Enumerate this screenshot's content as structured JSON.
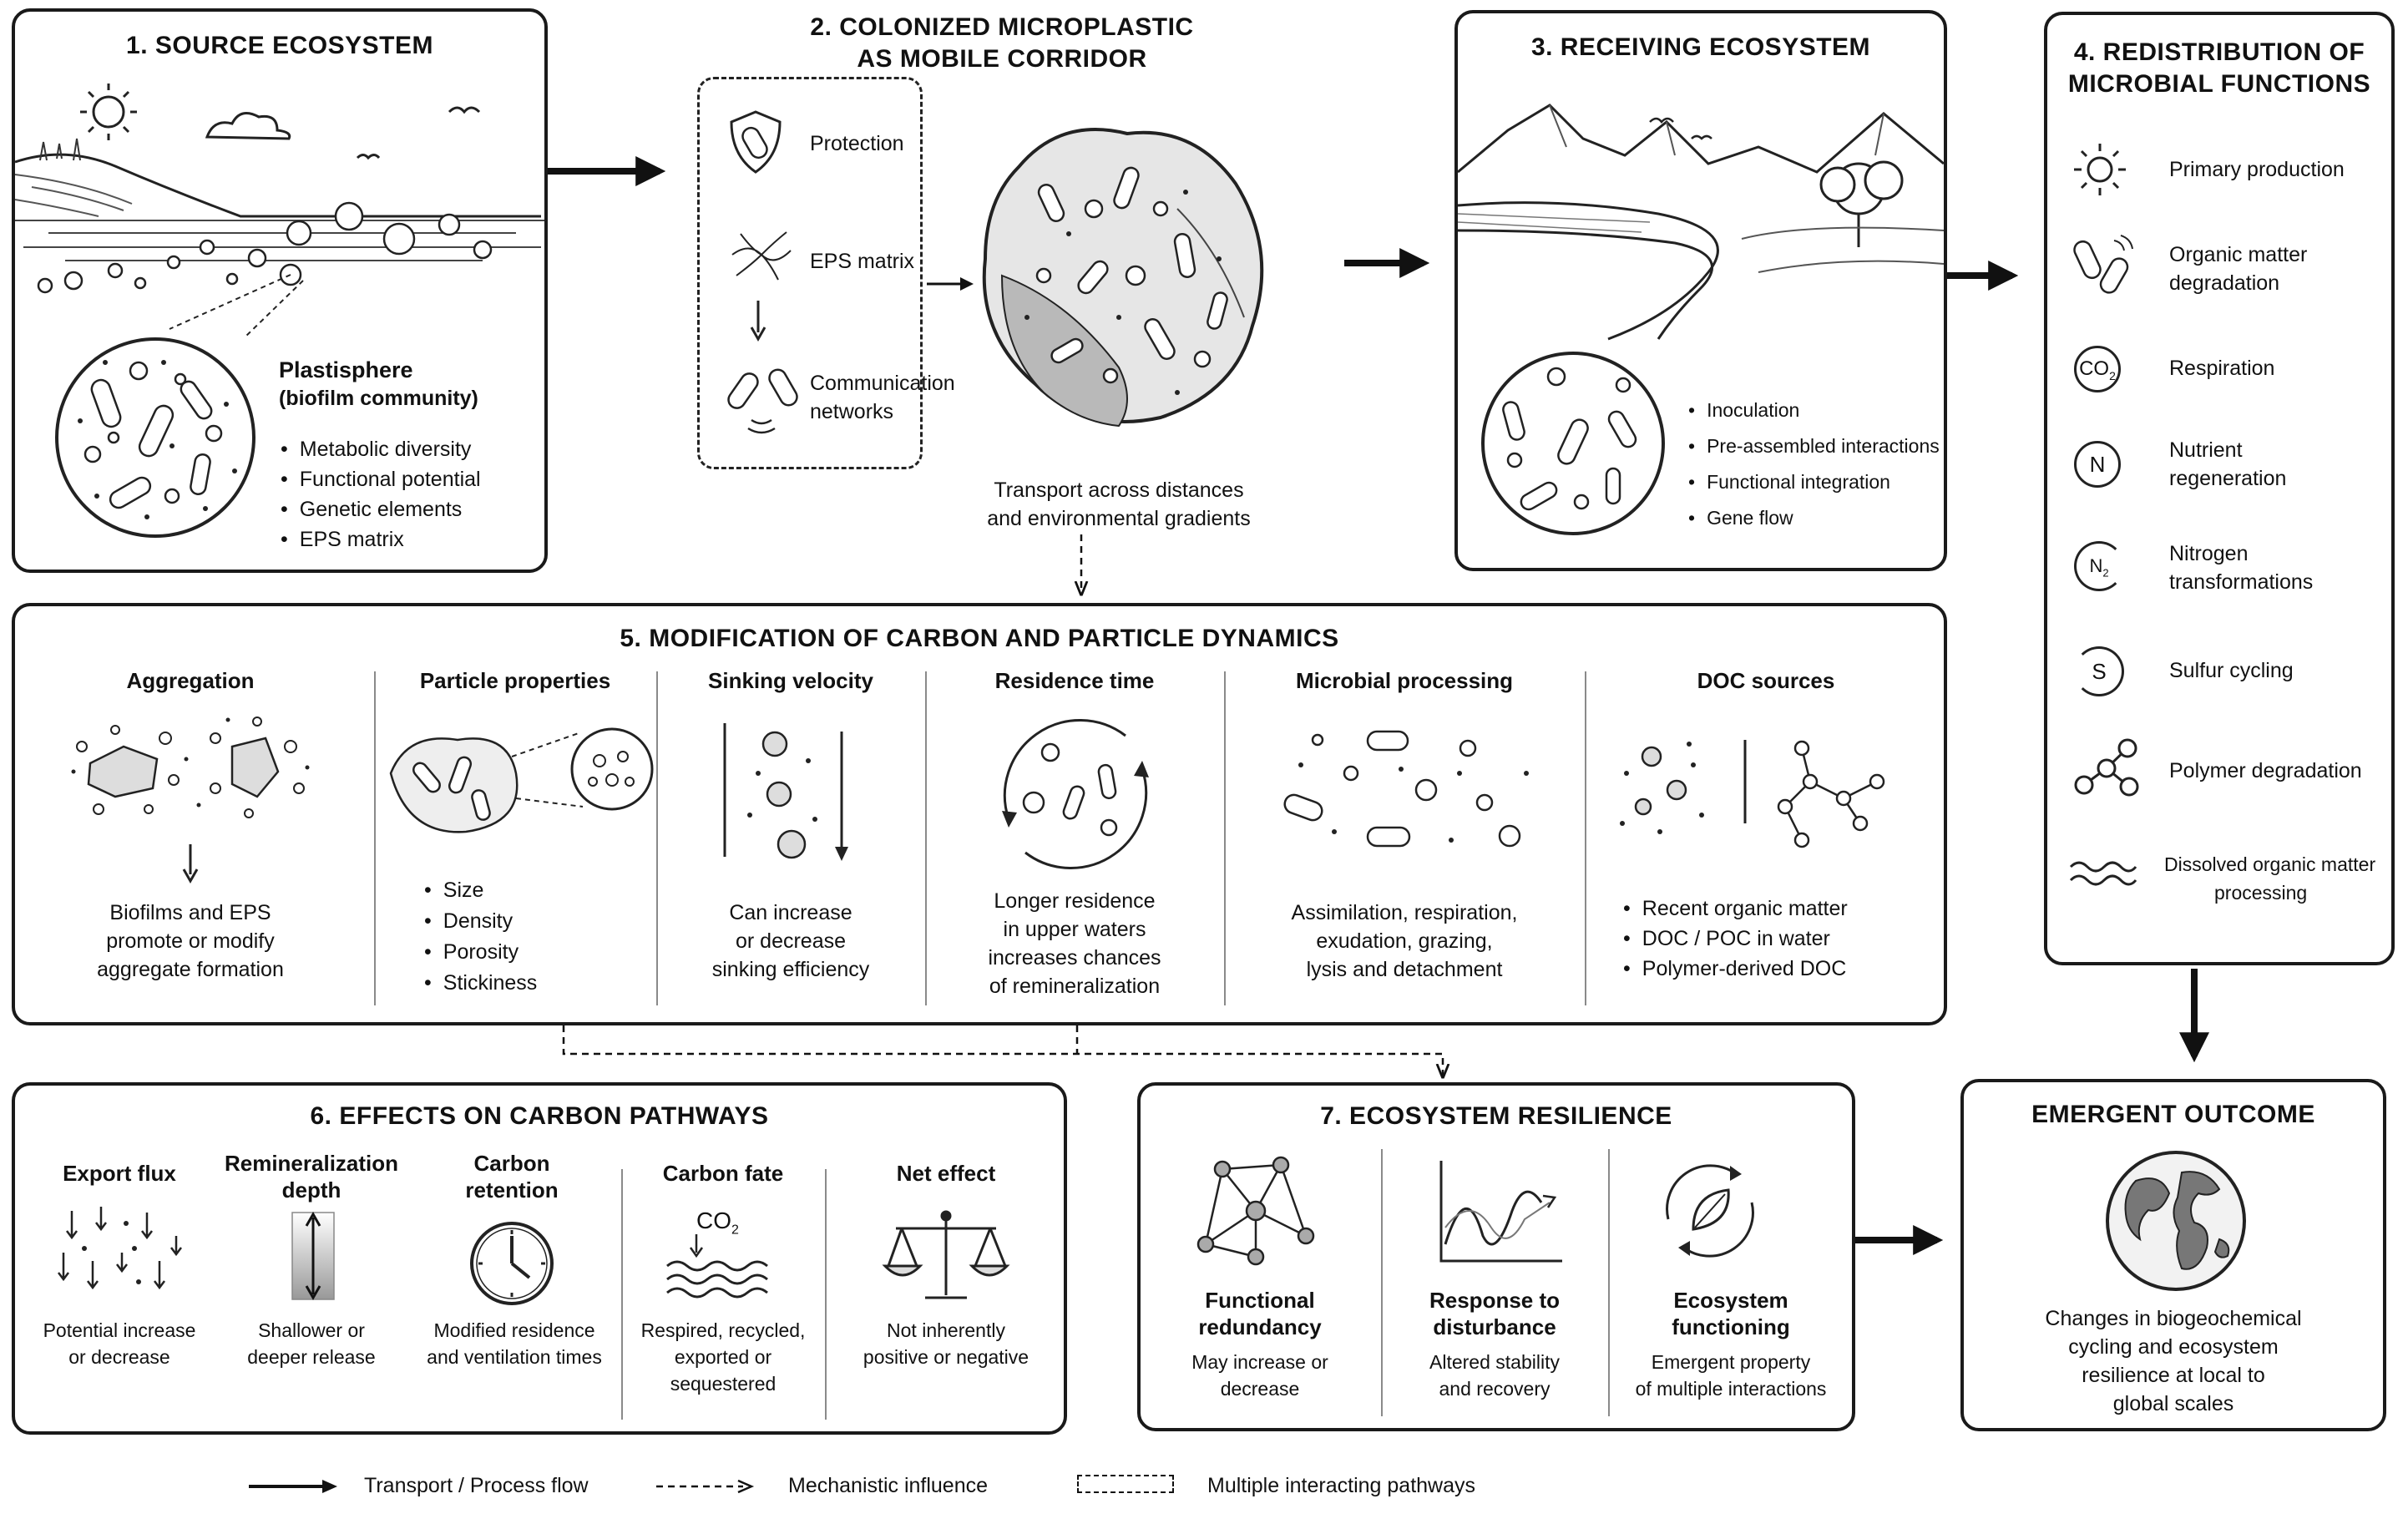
{
  "panels": {
    "source": {
      "title": "1. SOURCE ECOSYSTEM",
      "plastisphere_title": "Plastisphere",
      "plastisphere_subtitle": "(biofilm community)",
      "bullets": [
        "Metabolic diversity",
        "Functional potential",
        "Genetic elements",
        "EPS matrix"
      ]
    },
    "corridor": {
      "title_line1": "2. COLONIZED MICROPLASTIC",
      "title_line2": "AS MOBILE CORRIDOR",
      "features": [
        "Protection",
        "EPS matrix"
      ],
      "comm_line1": "Communication",
      "comm_line2": "networks",
      "transport_line1": "Transport across distances",
      "transport_line2": "and environmental gradients"
    },
    "receiving": {
      "title": "3. RECEIVING ECOSYSTEM",
      "bullets": [
        "Inoculation",
        "Pre-assembled interactions",
        "Functional integration",
        "Gene flow"
      ]
    },
    "redistribution": {
      "title_line1": "4. REDISTRIBUTION OF",
      "title_line2": "MICROBIAL FUNCTIONS",
      "items": [
        {
          "icon": "sun-icon",
          "line1": "Primary production",
          "line2": ""
        },
        {
          "icon": "bacteria-degradation-icon",
          "line1": "Organic matter",
          "line2": "degradation"
        },
        {
          "icon": "co2-icon",
          "line1": "Respiration",
          "line2": ""
        },
        {
          "icon": "nitrogen-icon",
          "line1": "Nutrient",
          "line2": "regeneration"
        },
        {
          "icon": "n2-cycle-icon",
          "line1": "Nitrogen",
          "line2": "transformations"
        },
        {
          "icon": "sulfur-cycle-icon",
          "line1": "Sulfur cycling",
          "line2": ""
        },
        {
          "icon": "polymer-icon",
          "line1": "Polymer degradation",
          "line2": ""
        },
        {
          "icon": "wave-icon",
          "line1": "Dissolved organic matter",
          "line2": "processing"
        }
      ],
      "co2_label": "CO",
      "co2_sub": "2",
      "n_label": "N",
      "n2_label": "N",
      "n2_sub": "2",
      "s_label": "S"
    },
    "carbon_dynamics": {
      "title": "5. MODIFICATION OF CARBON AND PARTICLE DYNAMICS",
      "columns": [
        {
          "heading": "Aggregation",
          "lines": [
            "Biofilms and EPS",
            "promote or modify",
            "aggregate formation"
          ]
        },
        {
          "heading": "Particle properties",
          "bullets": [
            "Size",
            "Density",
            "Porosity",
            "Stickiness"
          ]
        },
        {
          "heading": "Sinking velocity",
          "lines": [
            "Can increase",
            "or decrease",
            "sinking efficiency"
          ]
        },
        {
          "heading": "Residence time",
          "lines": [
            "Longer residence",
            "in upper waters",
            "increases chances",
            "of remineralization"
          ]
        },
        {
          "heading": "Microbial processing",
          "lines": [
            "Assimilation, respiration,",
            "exudation, grazing,",
            "lysis and detachment"
          ]
        },
        {
          "heading": "DOC sources",
          "bullets": [
            "Recent organic matter",
            "DOC / POC in water",
            "Polymer-derived DOC"
          ]
        }
      ]
    },
    "carbon_pathways": {
      "title": "6. EFFECTS ON CARBON PATHWAYS",
      "columns": [
        {
          "heading": [
            "Export flux"
          ],
          "lines": [
            "Potential increase",
            "or decrease"
          ]
        },
        {
          "heading": [
            "Remineralization",
            "depth"
          ],
          "lines": [
            "Shallower or",
            "deeper release"
          ]
        },
        {
          "heading": [
            "Carbon",
            "retention"
          ],
          "lines": [
            "Modified residence",
            "and ventilation times"
          ]
        },
        {
          "heading": [
            "Carbon fate"
          ],
          "lines": [
            "Respired, recycled,",
            "exported or",
            "sequestered"
          ]
        },
        {
          "heading": [
            "Net effect"
          ],
          "lines": [
            "Not inherently",
            "positive or negative"
          ]
        }
      ],
      "co2_label": "CO",
      "co2_sub": "2"
    },
    "resilience": {
      "title": "7. ECOSYSTEM RESILIENCE",
      "columns": [
        {
          "heading": [
            "Functional",
            "redundancy"
          ],
          "lines": [
            "May increase or",
            "decrease"
          ]
        },
        {
          "heading": [
            "Response to",
            "disturbance"
          ],
          "lines": [
            "Altered stability",
            "and recovery"
          ]
        },
        {
          "heading": [
            "Ecosystem",
            "functioning"
          ],
          "lines": [
            "Emergent property",
            "of multiple interactions"
          ]
        }
      ]
    },
    "outcome": {
      "title": "EMERGENT OUTCOME",
      "lines": [
        "Changes in biogeochemical",
        "cycling and ecosystem",
        "resilience at local to",
        "global scales"
      ]
    }
  },
  "legend": {
    "solid": "Transport / Process flow",
    "dashed": "Mechanistic influence",
    "box": "Multiple interacting pathways"
  }
}
